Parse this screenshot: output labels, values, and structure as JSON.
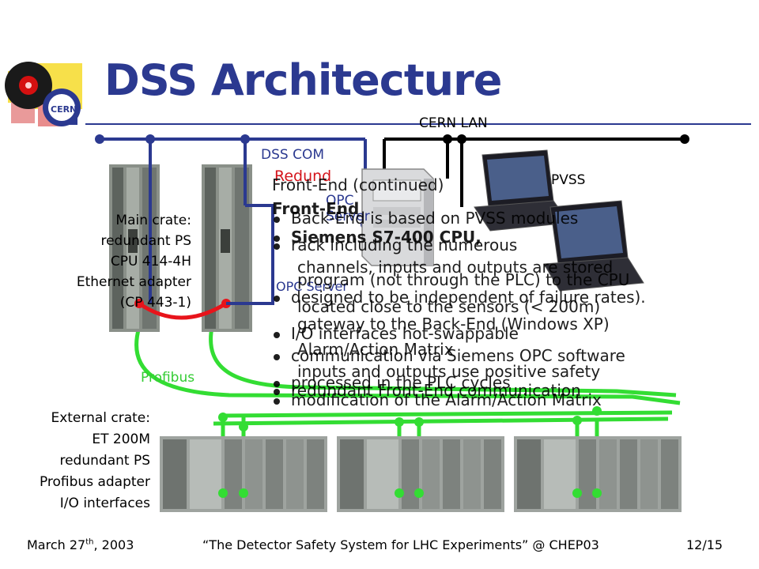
{
  "slide": {
    "title": "DSS Architecture",
    "title_accent_color": "#2b3990"
  },
  "labels": {
    "cern_lan": "CERN LAN",
    "dss_com": "DSS COM",
    "pvss": "PVSS",
    "profibus": "Profibus",
    "opc_server": "OPC Server",
    "opc_server_second": "OPC Server",
    "redundant": "Redund"
  },
  "main_crate": {
    "lines": [
      "Main crate:",
      "redundant PS",
      "CPU 414-4H",
      "Ethernet adapter",
      "(CP 443-1)"
    ]
  },
  "external_crate": {
    "lines": [
      "External crate:",
      "ET 200M",
      "redundant PS",
      "Profibus adapter",
      "I/O interfaces"
    ]
  },
  "overlapping_text": [
    {
      "text": "Front-End (continued)"
    },
    {
      "text": "Front-End"
    },
    {
      "text": "Back-End is based on PVSS modules"
    },
    {
      "text": "Siemens S7-400 CPU,"
    },
    {
      "text": "rack including the numerous"
    },
    {
      "text": "channels, inputs and outputs are stored"
    },
    {
      "text": "program (not through the PLC) to the CPU"
    },
    {
      "text": "designed to be independent of failure rates)."
    },
    {
      "text": "located close to the sensors (< 200m)"
    },
    {
      "text": "gateway to the Back-End (Windows XP)"
    },
    {
      "text": "I/O interfaces hot-swappable"
    },
    {
      "text": "Alarm/Action Matrix"
    },
    {
      "text": "communication via Siemens OPC software"
    },
    {
      "text": "inputs and outputs use positive safety"
    },
    {
      "text": "processed in the PLC cycles"
    },
    {
      "text": "redundant Front-End communication"
    },
    {
      "text": "modification of the Alarm/Action Matrix"
    }
  ],
  "footer": {
    "date_main": "March 27",
    "date_sup": "th",
    "date_year": ", 2003",
    "talk": "“The Detector Safety System for LHC Experiments” @ CHEP03",
    "page": "12/15"
  },
  "colors": {
    "blue_bus": "#2b3990",
    "black_bus": "#000000",
    "profibus_green": "#33dd33",
    "redundancy_red": "#e8141b"
  }
}
